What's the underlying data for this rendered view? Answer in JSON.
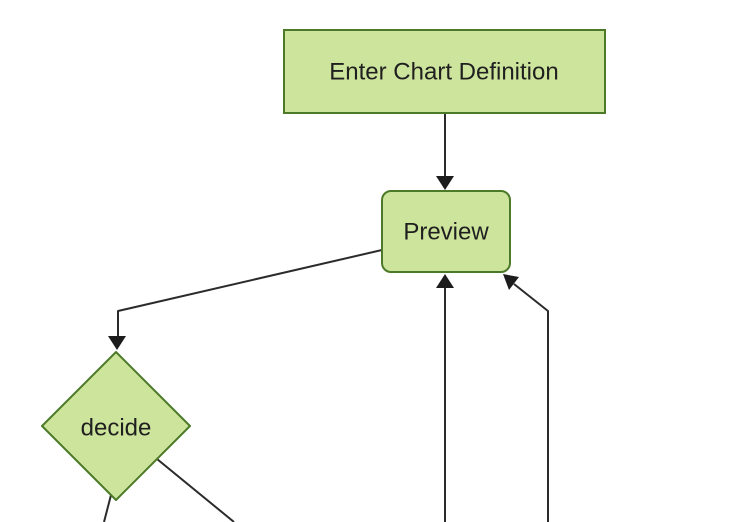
{
  "diagram": {
    "type": "flowchart",
    "background": "#ffffff",
    "colors": {
      "node_fill": "#cde49c",
      "node_border": "#4c7a28",
      "edge": "#2b2b2b",
      "arrowhead": "#1c1c1c",
      "label": "#1f1f1f"
    },
    "nodes": [
      {
        "id": "enter",
        "label": "Enter Chart Definition",
        "shape": "rectangle"
      },
      {
        "id": "preview",
        "label": "Preview",
        "shape": "rounded-rectangle"
      },
      {
        "id": "decide",
        "label": "decide",
        "shape": "diamond"
      }
    ],
    "edges": [
      {
        "from": "enter",
        "to": "preview",
        "arrow": true
      },
      {
        "from": "preview",
        "to": "decide",
        "arrow": true
      },
      {
        "from": "offscreen-bottom",
        "to": "preview",
        "arrow": true
      },
      {
        "from": "offscreen-bottom-right",
        "to": "preview",
        "arrow": true
      },
      {
        "from": "decide",
        "to": "offscreen-bottom-left",
        "arrow": false
      },
      {
        "from": "decide",
        "to": "offscreen-bottom-right",
        "arrow": false
      }
    ]
  }
}
